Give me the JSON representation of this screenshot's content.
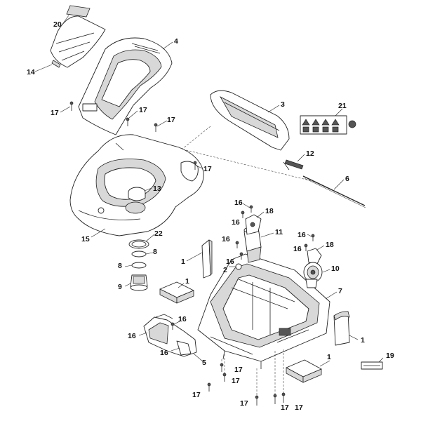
{
  "diagram": {
    "callouts": [
      {
        "id": "c20",
        "text": "20"
      },
      {
        "id": "c14",
        "text": "14"
      },
      {
        "id": "c4",
        "text": "4"
      },
      {
        "id": "c17a",
        "text": "17"
      },
      {
        "id": "c17b",
        "text": "17"
      },
      {
        "id": "c17c",
        "text": "17"
      },
      {
        "id": "c17d",
        "text": "17"
      },
      {
        "id": "c3",
        "text": "3"
      },
      {
        "id": "c21",
        "text": "21"
      },
      {
        "id": "c12",
        "text": "12"
      },
      {
        "id": "c6",
        "text": "6"
      },
      {
        "id": "c13",
        "text": "13"
      },
      {
        "id": "c15",
        "text": "15"
      },
      {
        "id": "c22",
        "text": "22"
      },
      {
        "id": "c8a",
        "text": "8"
      },
      {
        "id": "c8b",
        "text": "8"
      },
      {
        "id": "c9",
        "text": "9"
      },
      {
        "id": "c16a",
        "text": "16"
      },
      {
        "id": "c16b",
        "text": "16"
      },
      {
        "id": "c18a",
        "text": "18"
      },
      {
        "id": "c11",
        "text": "11"
      },
      {
        "id": "c16c",
        "text": "16"
      },
      {
        "id": "c16d",
        "text": "16"
      },
      {
        "id": "c16e",
        "text": "16"
      },
      {
        "id": "c16f",
        "text": "16"
      },
      {
        "id": "c18b",
        "text": "18"
      },
      {
        "id": "c10",
        "text": "10"
      },
      {
        "id": "c1a",
        "text": "1"
      },
      {
        "id": "c2",
        "text": "2"
      },
      {
        "id": "c1b",
        "text": "1"
      },
      {
        "id": "c7",
        "text": "7"
      },
      {
        "id": "c16g",
        "text": "16"
      },
      {
        "id": "c16h",
        "text": "16"
      },
      {
        "id": "c16i",
        "text": "16"
      },
      {
        "id": "c5",
        "text": "5"
      },
      {
        "id": "c1c",
        "text": "1"
      },
      {
        "id": "c19",
        "text": "19"
      },
      {
        "id": "c17e",
        "text": "17"
      },
      {
        "id": "c17f",
        "text": "17"
      },
      {
        "id": "c17g",
        "text": "17"
      },
      {
        "id": "c1d",
        "text": "1"
      },
      {
        "id": "c17h",
        "text": "17"
      },
      {
        "id": "c17i",
        "text": "17"
      },
      {
        "id": "c17j",
        "text": "17"
      }
    ]
  }
}
